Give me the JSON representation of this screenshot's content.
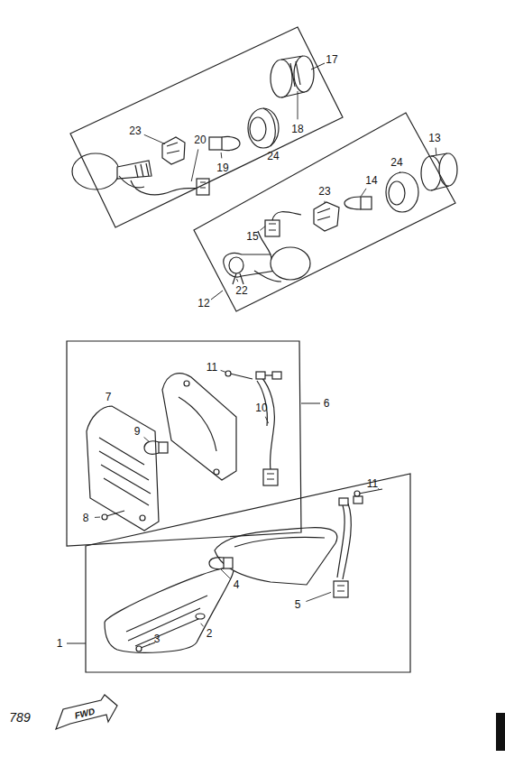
{
  "diagram": {
    "nodes": [
      {
        "text": [
          "17"
        ]
      },
      {
        "text": [
          "12"
        ]
      },
      {
        "text": [
          "6"
        ]
      },
      {
        "text": [
          "1"
        ]
      }
    ],
    "labels": [
      "23",
      "20",
      "19",
      "24",
      "18",
      "15",
      "23",
      "14",
      "24",
      "13",
      "22",
      "11",
      "10",
      "7",
      "9",
      "8",
      "11",
      "5",
      "4",
      "2",
      "3",
      "789",
      "FWD"
    ]
  }
}
